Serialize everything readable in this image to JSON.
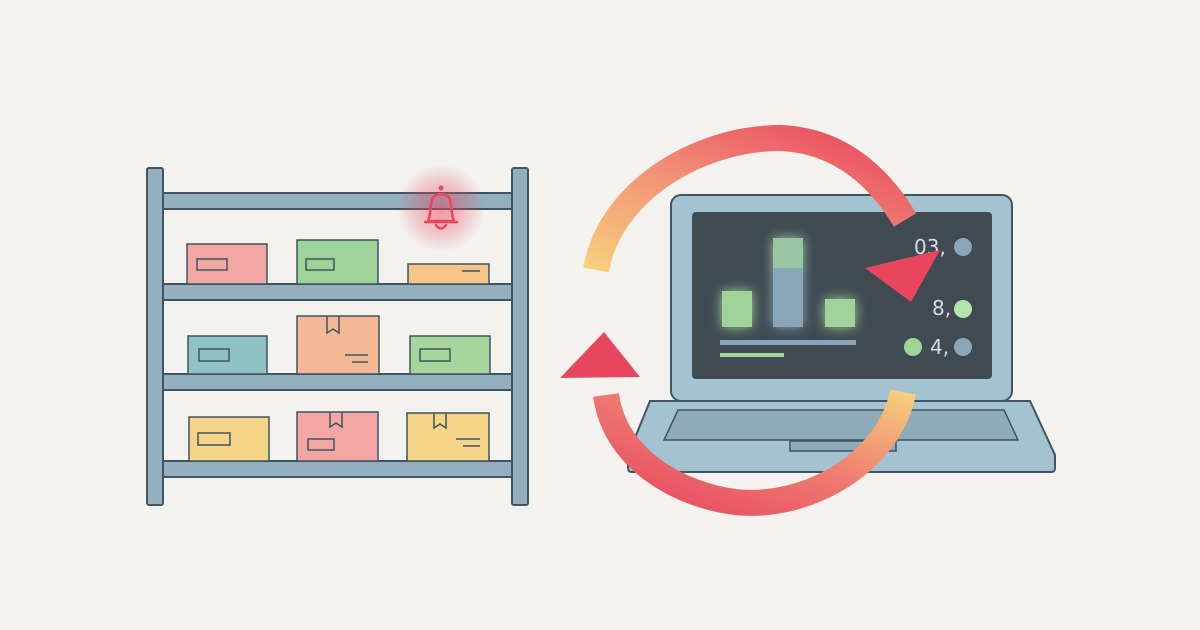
{
  "illustration": {
    "colors": {
      "background": "#f3f2ef",
      "frame": "#94b0c0",
      "frame_stroke": "#3f5560",
      "alert": "#e8465f",
      "screen": "#3f4a52",
      "accent_green": "#9fd39a",
      "accent_blue": "#8aa5b8",
      "arrow_start": "#f7c97a",
      "arrow_end": "#e8465f"
    },
    "shelf": {
      "rows": [
        [
          "pink-box",
          "green-box",
          "orange-flat-box"
        ],
        [
          "teal-box",
          "orange-taped-box",
          "green-box"
        ],
        [
          "yellow-box",
          "pink-taped-box",
          "yellow-box"
        ]
      ],
      "alert_icon": "bell-icon"
    },
    "laptop": {
      "stats": [
        {
          "label": "03,",
          "dot": "blue"
        },
        {
          "label": "8,",
          "dot": "green"
        },
        {
          "label": "4,",
          "dot": "blue",
          "leading_dot": "green"
        }
      ],
      "chart_icon": "bar-chart-icon"
    },
    "sync_icon": "circular-sync-arrows-icon"
  }
}
